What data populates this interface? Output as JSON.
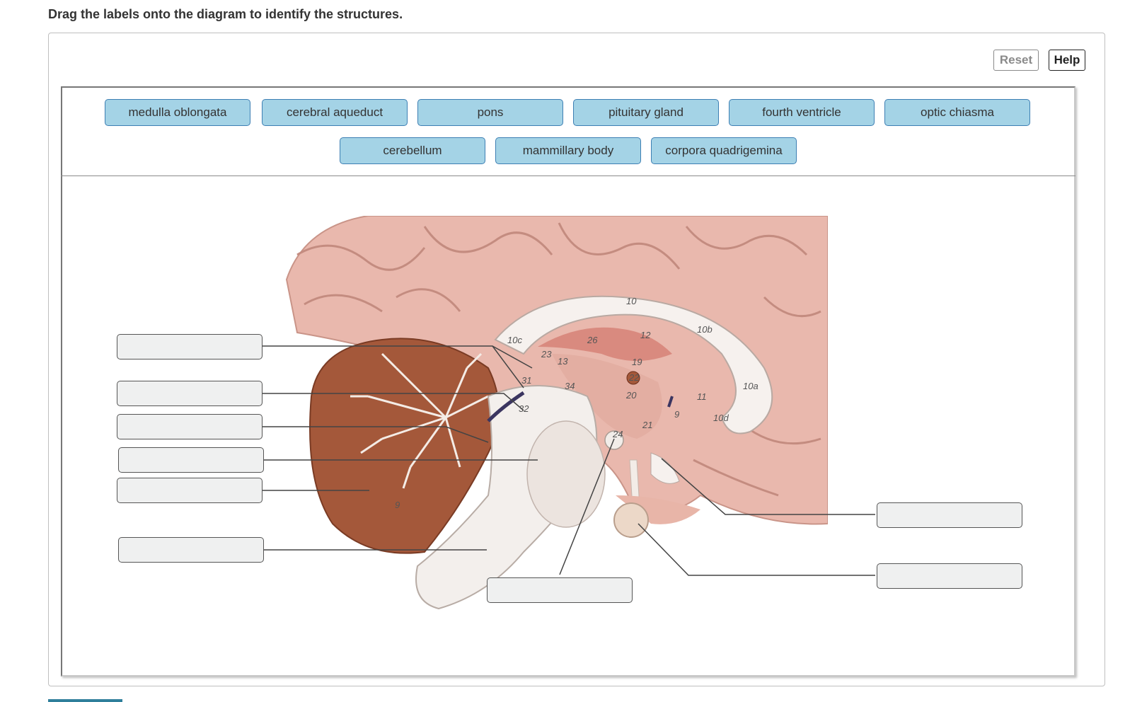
{
  "instruction": "Drag the labels onto the diagram to identify the structures.",
  "toolbar": {
    "reset_label": "Reset",
    "help_label": "Help"
  },
  "label_bank": [
    "medulla oblongata",
    "cerebral aqueduct",
    "pons",
    "pituitary gland",
    "fourth ventricle",
    "optic chiasma",
    "cerebellum",
    "mammillary body",
    "corpora quadrigemina"
  ],
  "diagram_numbers": [
    "10",
    "10b",
    "10c",
    "10a",
    "10d",
    "26",
    "12",
    "23",
    "13",
    "19",
    "22",
    "20",
    "34",
    "31",
    "32",
    "11",
    "9",
    "21",
    "24",
    "9"
  ],
  "colors": {
    "chip_fill": "#a4d3e6",
    "chip_border": "#3d7fb3",
    "target_fill": "#eff0f0",
    "accent_tab": "#2f7f9b"
  }
}
